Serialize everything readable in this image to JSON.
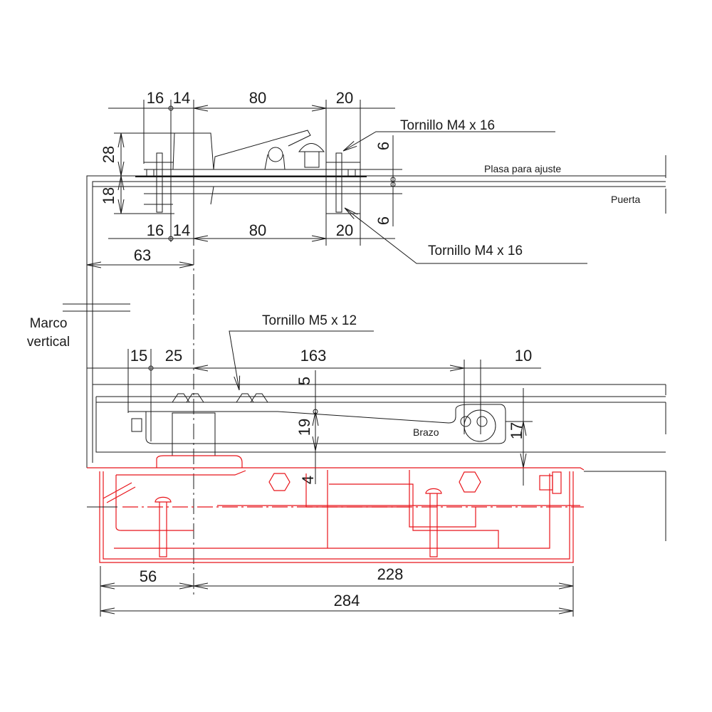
{
  "labels": {
    "tornillo_m4_top": "Tornillo  M4 x 16",
    "tornillo_m4_bottom": "Tornillo   M4 x 16",
    "tornillo_m5": "Tornillo M5 x 12",
    "plasa": "Plasa para ajuste",
    "puerta": "Puerta",
    "marco_line1": "Marco",
    "marco_line2": "vertical",
    "brazo": "Brazo"
  },
  "dimensions": {
    "top": [
      "16",
      "14",
      "80",
      "20"
    ],
    "bottom_hinge": [
      "16",
      "14",
      "80",
      "20"
    ],
    "h28": "28",
    "h18": "18",
    "s6a": "6",
    "s6b": "6",
    "d63": "63",
    "middle": [
      "15",
      "25",
      "163",
      "10"
    ],
    "v5": "5",
    "v19": "19",
    "v4": "4",
    "v17": "17",
    "d56": "56",
    "d228": "228",
    "d284": "284"
  },
  "colors": {
    "line": "#1a1a1a",
    "closer": "#e8141a"
  }
}
